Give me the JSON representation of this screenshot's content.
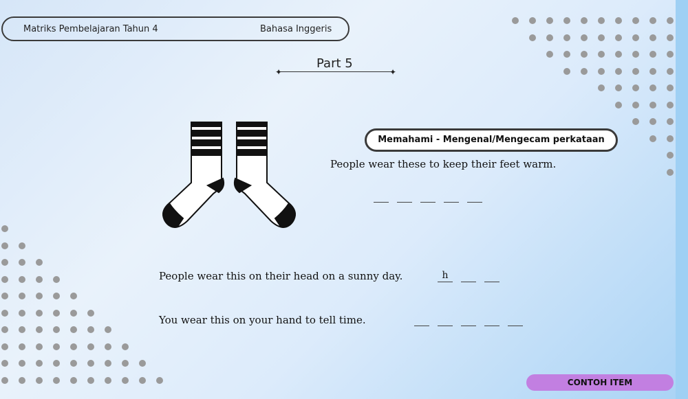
{
  "header": {
    "left_text": "Matriks Pembelajaran Tahun 4",
    "right_text": "Bahasa Inggeris"
  },
  "part_title": "Part 5",
  "badge": "Memahami - Mengenal/Mengecam perkataan",
  "questions": [
    {
      "text": "People wear these to keep their feet warm.",
      "blanks": [
        "",
        "",
        "",
        "",
        ""
      ]
    },
    {
      "text": "People wear this on their head on a sunny day.",
      "blanks": [
        "h",
        "",
        ""
      ]
    },
    {
      "text": "You wear this on your hand to tell time.",
      "blanks": [
        "",
        "",
        "",
        "",
        ""
      ]
    }
  ],
  "footer_tag": "CONTOH ITEM",
  "colors": {
    "dots": "#9a9a9a",
    "tag": "#c27fe1",
    "outline": "#3a3a3a"
  },
  "image": "socks-illustration"
}
